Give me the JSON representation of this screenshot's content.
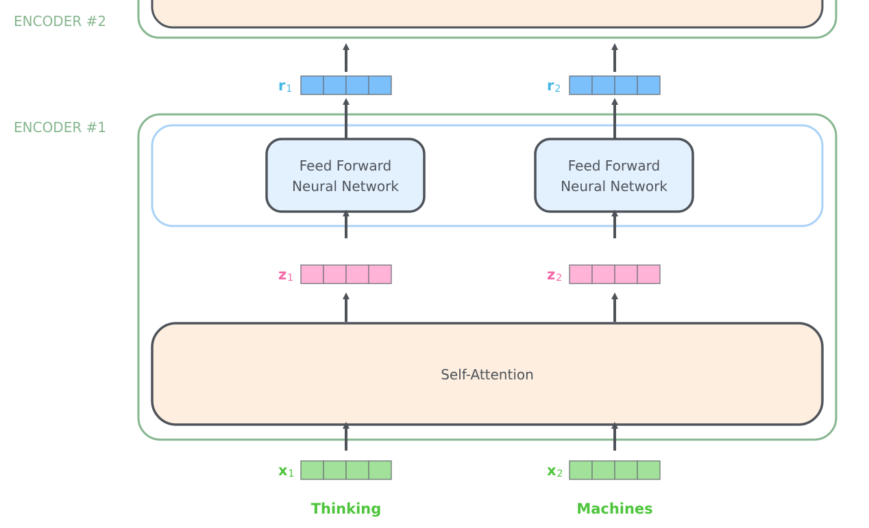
{
  "encoders": [
    {
      "label": "ENCODER #2"
    },
    {
      "label": "ENCODER #1"
    }
  ],
  "ffn_label_line1": "Feed Forward",
  "ffn_label_line2": "Neural Network",
  "self_attention_label": "Self-Attention",
  "columns": [
    {
      "word": "Thinking",
      "x_label": "x",
      "z_label": "z",
      "r_label": "r",
      "index": "1"
    },
    {
      "word": "Machines",
      "x_label": "x",
      "z_label": "z",
      "r_label": "r",
      "index": "2"
    }
  ],
  "colors": {
    "encoder_border": "#86b68f",
    "encoder_label": "#86b68f",
    "ffn_group_border": "#a9d2f6",
    "ffn_fill": "#e3f0fd",
    "self_attention_fill": "#fdeedf",
    "box_stroke": "#4e535a",
    "x_vector": "#a1e19a",
    "x_text": "#4ec53c",
    "z_vector": "#ffb3d7",
    "z_text": "#f466a6",
    "r_vector": "#7bbffb",
    "r_text": "#44b6e6",
    "arrow": "#4e535a"
  }
}
